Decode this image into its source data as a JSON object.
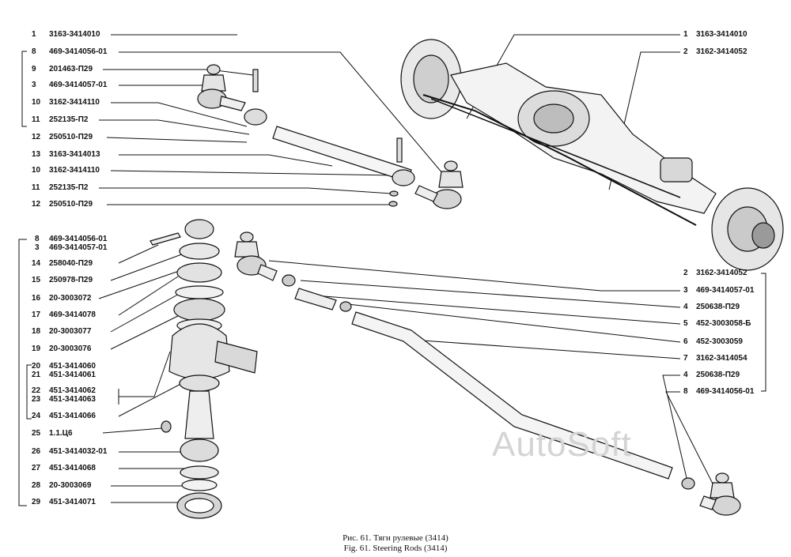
{
  "callouts": [
    {
      "id": "c1",
      "num": "1",
      "code": "3163-3414010"
    },
    {
      "id": "c2",
      "num": "8",
      "code": "469-3414056-01"
    },
    {
      "id": "c3",
      "num": "9",
      "code": "201463-П29"
    },
    {
      "id": "c4",
      "num": "3",
      "code": "469-3414057-01"
    },
    {
      "id": "c5",
      "num": "10",
      "code": "3162-3414110"
    },
    {
      "id": "c6",
      "num": "11",
      "code": "252135-П2"
    },
    {
      "id": "c7",
      "num": "12",
      "code": "250510-П29"
    },
    {
      "id": "c8",
      "num": "13",
      "code": "3163-3414013"
    },
    {
      "id": "c9",
      "num": "10",
      "code": "3162-3414110"
    },
    {
      "id": "c10",
      "num": "11",
      "code": "252135-П2"
    },
    {
      "id": "c11",
      "num": "12",
      "code": "250510-П29"
    },
    {
      "id": "c12",
      "num": "8",
      "code": "469-3414056-01"
    },
    {
      "id": "c13",
      "num": "3",
      "code": "469-3414057-01"
    },
    {
      "id": "c14",
      "num": "14",
      "code": "258040-П29"
    },
    {
      "id": "c15",
      "num": "15",
      "code": "250978-П29"
    },
    {
      "id": "c16",
      "num": "16",
      "code": "20-3003072"
    },
    {
      "id": "c17",
      "num": "17",
      "code": "469-3414078"
    },
    {
      "id": "c18",
      "num": "18",
      "code": "20-3003077"
    },
    {
      "id": "c19",
      "num": "19",
      "code": "20-3003076"
    },
    {
      "id": "c20",
      "num": "20",
      "code": "451-3414060"
    },
    {
      "id": "c21",
      "num": "21",
      "code": "451-3414061"
    },
    {
      "id": "c22",
      "num": "22",
      "code": "451-3414062"
    },
    {
      "id": "c23",
      "num": "23",
      "code": "451-3414063"
    },
    {
      "id": "c24",
      "num": "24",
      "code": "451-3414066"
    },
    {
      "id": "c25",
      "num": "25",
      "code": "1.1.Ц6"
    },
    {
      "id": "c26",
      "num": "26",
      "code": "451-3414032-01"
    },
    {
      "id": "c27",
      "num": "27",
      "code": "451-3414068"
    },
    {
      "id": "c28",
      "num": "28",
      "code": "20-3003069"
    },
    {
      "id": "c29",
      "num": "29",
      "code": "451-3414071"
    },
    {
      "id": "c30",
      "num": "1",
      "code": "3163-3414010"
    },
    {
      "id": "c31",
      "num": "2",
      "code": "3162-3414052"
    },
    {
      "id": "c32",
      "num": "2",
      "code": "3162-3414052"
    },
    {
      "id": "c33",
      "num": "3",
      "code": "469-3414057-01"
    },
    {
      "id": "c34",
      "num": "4",
      "code": "250638-П29"
    },
    {
      "id": "c35",
      "num": "5",
      "code": "452-3003058-Б"
    },
    {
      "id": "c36",
      "num": "6",
      "code": "452-3003059"
    },
    {
      "id": "c37",
      "num": "7",
      "code": "3162-3414054"
    },
    {
      "id": "c38",
      "num": "4",
      "code": "250638-П29"
    },
    {
      "id": "c39",
      "num": "8",
      "code": "469-3414056-01"
    }
  ],
  "caption": {
    "ru": "Рис. 61. Тяги рулевые (3414)",
    "en": "Fig. 61. Steering Rods (3414)"
  },
  "watermark": "AutoSoft"
}
